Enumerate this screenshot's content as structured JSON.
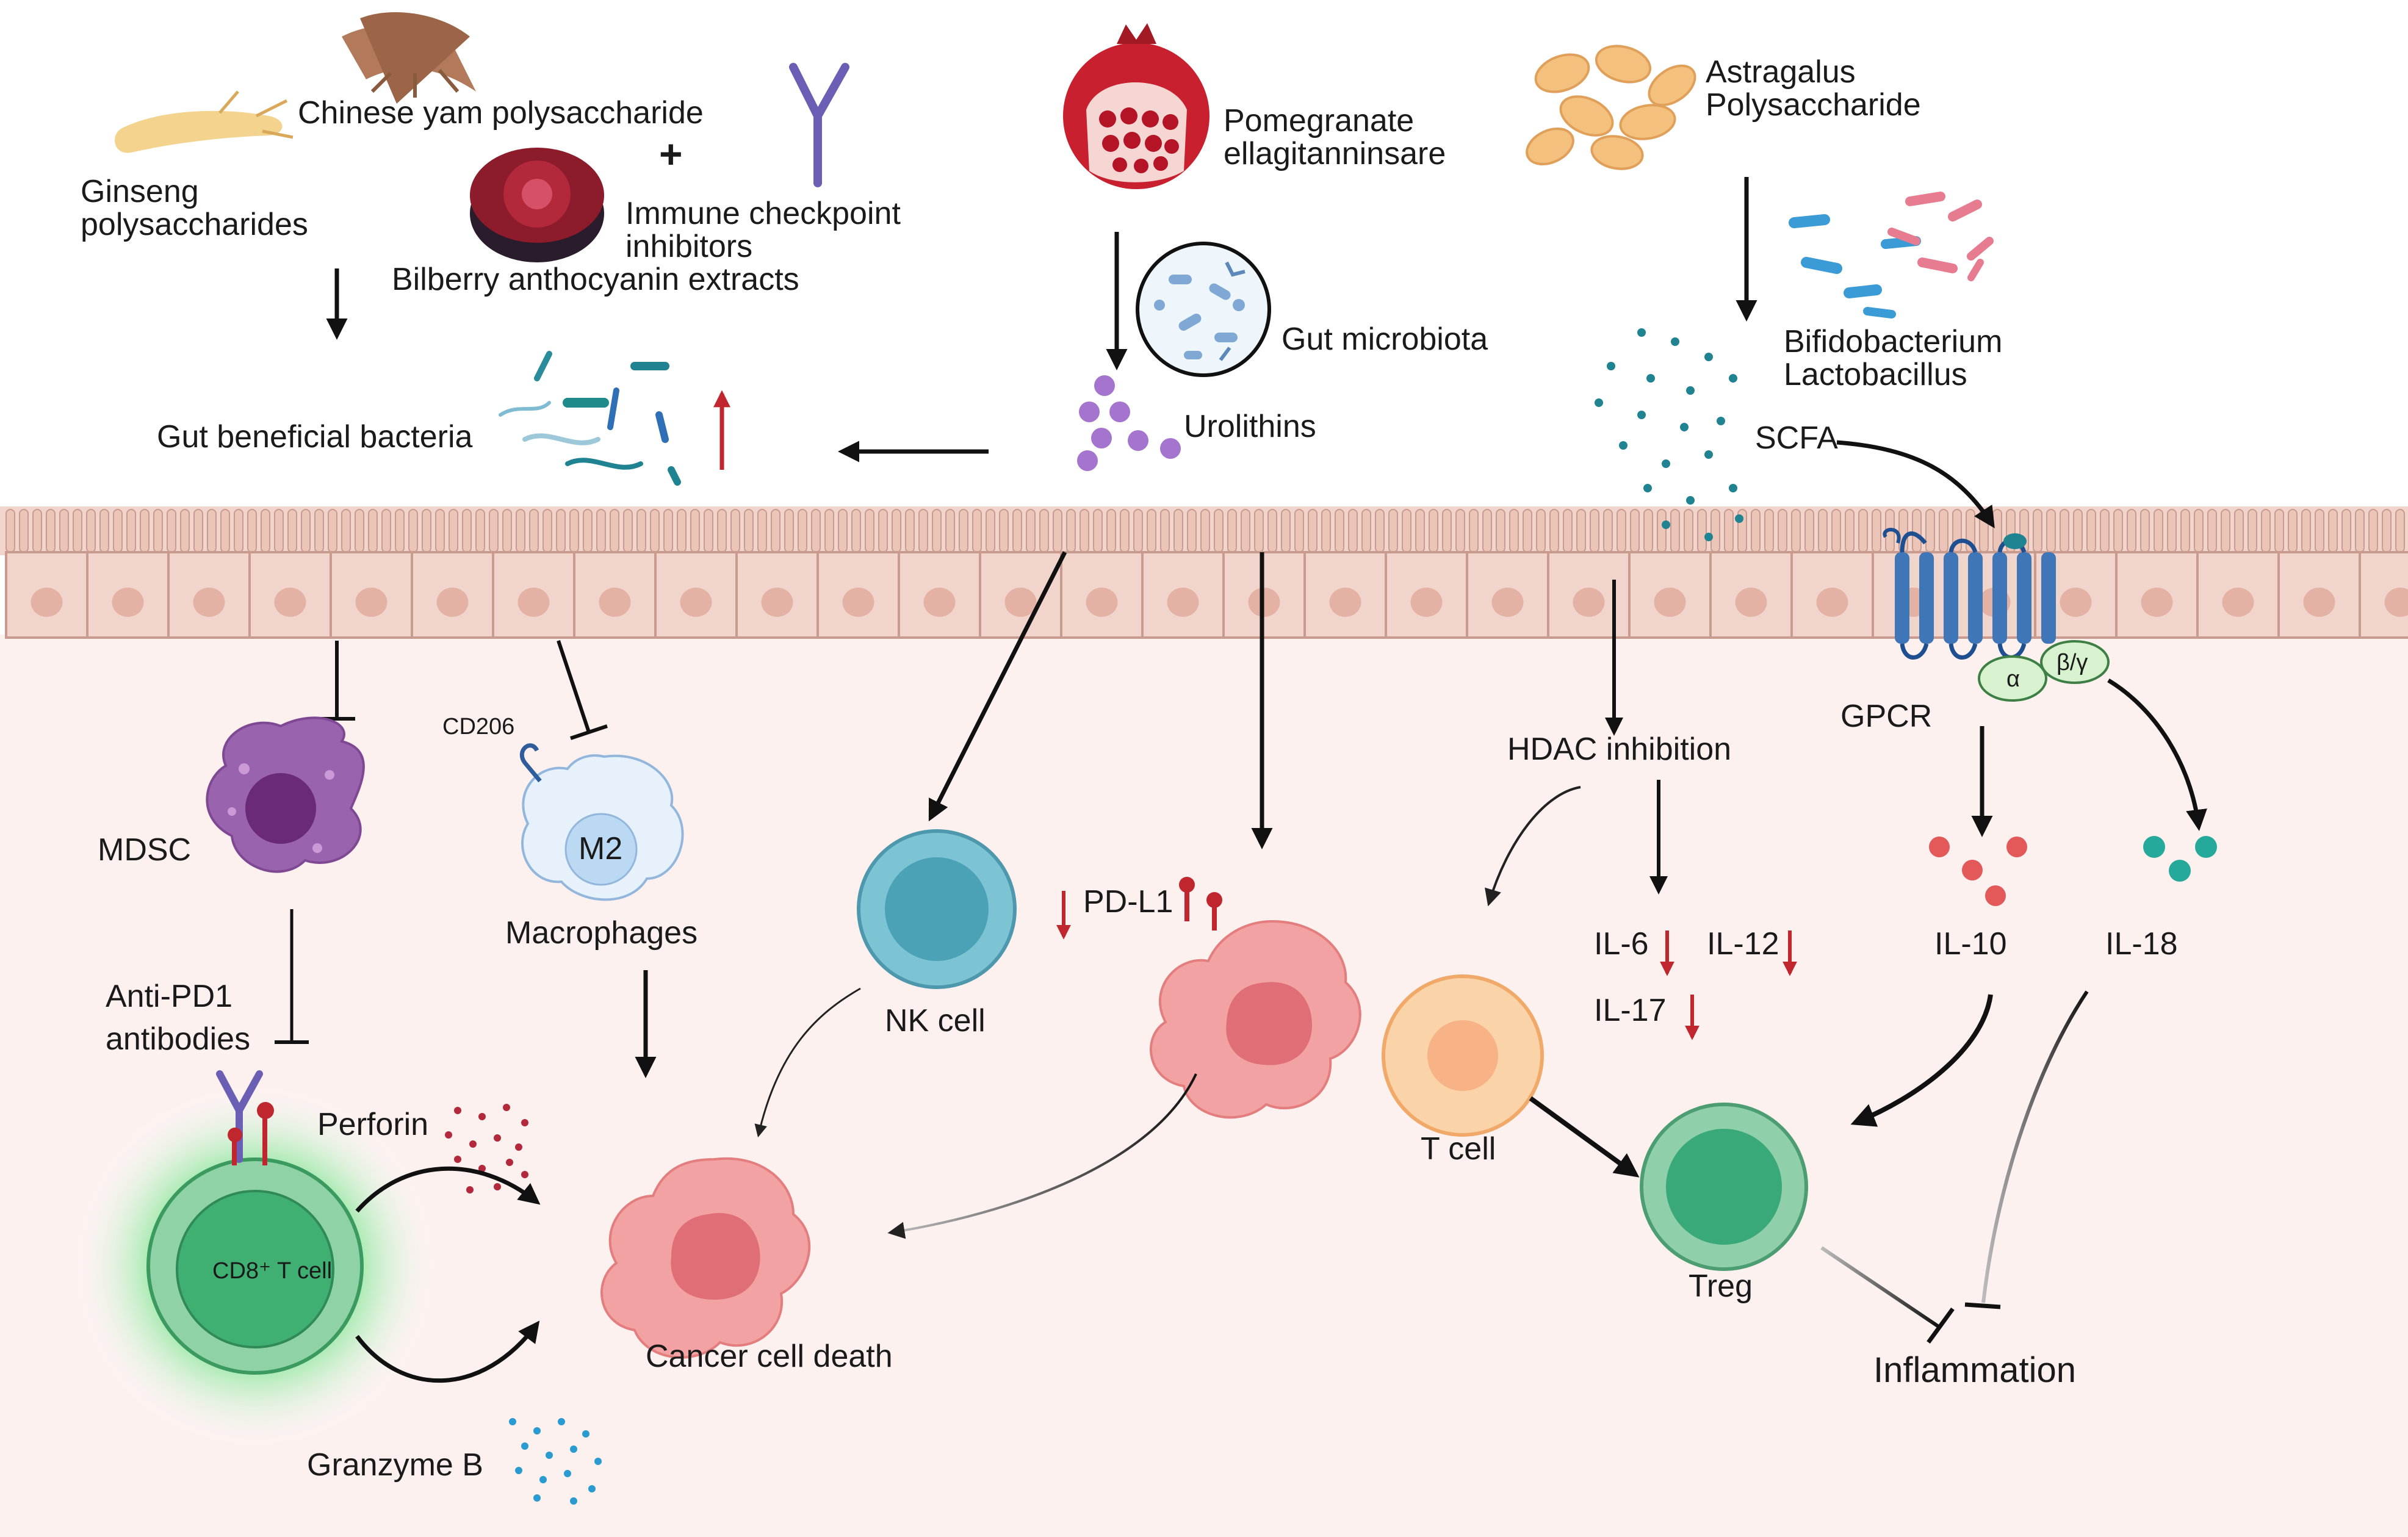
{
  "sources": {
    "chinese_yam": "Chinese yam polysaccharide",
    "plus": "+",
    "ginseng_line1": "Ginseng",
    "ginseng_line2": "polysaccharides",
    "immune_line1": "Immune checkpoint",
    "immune_line2": "inhibitors",
    "bilberry": "Bilberry anthocyanin extracts",
    "pomegranate_line1": "Pomegranate",
    "pomegranate_line2": "ellagitanninsare",
    "astragalus_line1": "Astragalus",
    "astragalus_line2": "Polysaccharide"
  },
  "gut": {
    "microbiota": "Gut microbiota",
    "urolithins": "Urolithins",
    "beneficial_bacteria": "Gut beneficial bacteria",
    "bacteria_line1": "Bifidobacterium",
    "bacteria_line2": "Lactobacillus",
    "scfa": "SCFA"
  },
  "receptor": {
    "gpcr": "GPCR",
    "alpha": "α",
    "beta_gamma": "β/γ"
  },
  "cells": {
    "mdsc": "MDSC",
    "cd206": "CD206",
    "m2": "M2",
    "macrophages": "Macrophages",
    "nk_cell": "NK cell",
    "pd_l1": "PD-L1",
    "anti_pd1_line1": "Anti-PD1",
    "anti_pd1_line2": "antibodies",
    "perforin": "Perforin",
    "cd8_t_cell": "CD8⁺ T cell",
    "granzyme_b": "Granzyme B",
    "cancer_cell_death": "Cancer cell death",
    "t_cell": "T cell",
    "treg": "Treg"
  },
  "signals": {
    "hdac_inhibition": "HDAC inhibition",
    "il6": "IL-6",
    "il12": "IL-12",
    "il17": "IL-17",
    "il10": "IL-10",
    "il18": "IL-18",
    "inflammation": "Inflammation"
  },
  "colors": {
    "epithelium": "#f1d4cb",
    "epithelium_border": "#c99a8e",
    "nucleus_epi": "#e3b2a4",
    "lumen_bg": "#fdf1f0",
    "mdsc": "#9a63ad",
    "macrophage": "#e5f0fb",
    "nk": "#7cc4d4",
    "cancer": "#f2a2a2",
    "tcell": "#fbd3a8",
    "treg": "#8fcfaa",
    "cd8": "#8fd2a6",
    "red_arrow": "#c0262d",
    "gpcr": "#3f76b7",
    "il10_dot": "#e35858",
    "il18_dot": "#25a99a",
    "urolithin_dot": "#a474cf",
    "scfa_dot": "#1f8391"
  }
}
